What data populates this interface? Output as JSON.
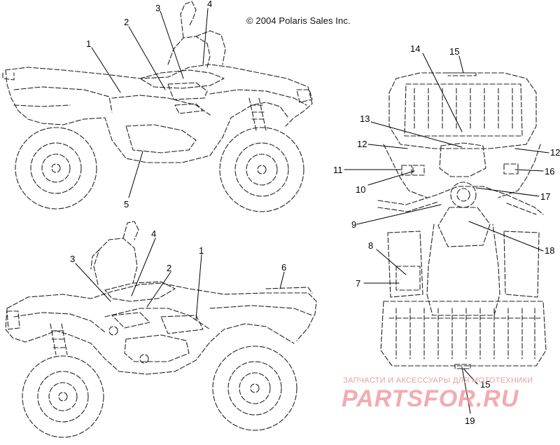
{
  "copyright": "© 2004 Polaris Sales Inc.",
  "callouts": {
    "side_top": [
      "1",
      "2",
      "3",
      "4",
      "5"
    ],
    "side_bottom": [
      "1",
      "2",
      "3",
      "4",
      "6"
    ],
    "top_view": [
      "7",
      "8",
      "9",
      "10",
      "11",
      "12",
      "12",
      "13",
      "14",
      "15",
      "15",
      "16",
      "17",
      "18",
      "19"
    ]
  },
  "watermark": {
    "subtitle": "ЗАПЧАСТИ И АКСЕССУАРЫ ДЛЯ МОТОТЕХНИКИ",
    "logo": "PARTSFOR.RU"
  },
  "colors": {
    "line": "#111111",
    "watermark": "#ef8f96",
    "background": "#ffffff"
  }
}
